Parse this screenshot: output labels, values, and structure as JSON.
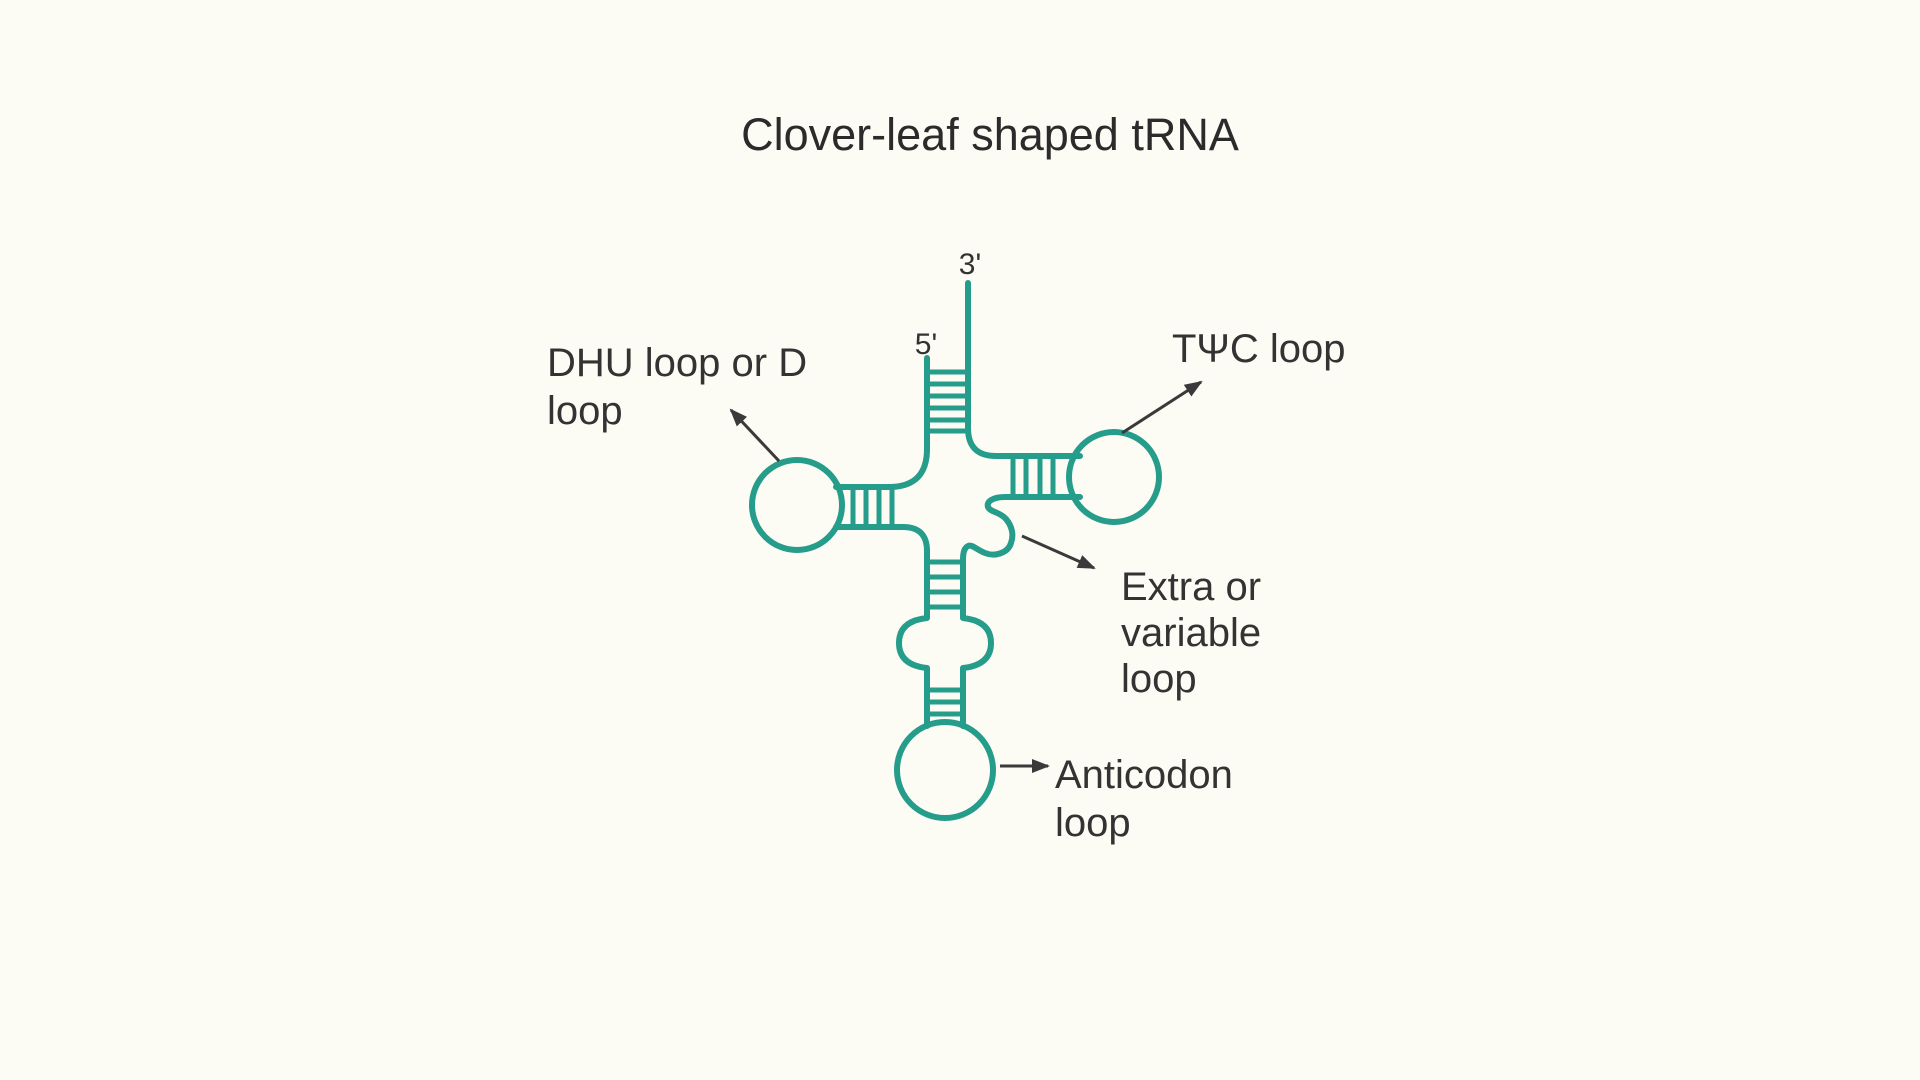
{
  "title": "Clover-leaf shaped tRNA",
  "diagram": {
    "terminals": {
      "three_prime": "3'",
      "five_prime": "5'"
    },
    "labels": {
      "dhu": {
        "line1": "DHU loop or D",
        "line2": "loop"
      },
      "tpsic": {
        "text": "TΨC loop"
      },
      "extra": {
        "line1": "Extra or",
        "line2": "variable",
        "line3": "loop"
      },
      "anticodon": {
        "line1": "Anticodon",
        "line2": "loop"
      }
    },
    "colors": {
      "strand": "#269c8b",
      "text": "#333333",
      "title_text": "#2b2b2b",
      "arrow": "#3a3a3a",
      "background": "#fcfbf4"
    }
  }
}
